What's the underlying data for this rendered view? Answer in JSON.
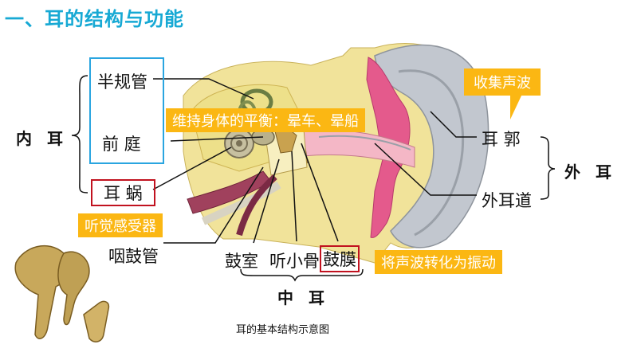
{
  "title": "一、耳的结构与功能",
  "labels": {
    "semicircular": "半规管",
    "vestibule": "前 庭",
    "cochlea": "耳 蜗",
    "inner_ear": "内 耳",
    "eustachian": "咽鼓管",
    "tympanic_cavity": "鼓室",
    "ossicles": "听小骨",
    "eardrum": "鼓膜",
    "middle_ear": "中 耳",
    "auricle": "耳 郭",
    "ear_canal": "外耳道",
    "outer_ear": "外 耳"
  },
  "notes": {
    "balance": "维持身体的平衡：晕车、晕船",
    "hearing": "听觉感受器",
    "collect": "收集声波",
    "vibrate": "将声波转化为振动"
  },
  "caption": "耳的基本结构示意图",
  "colors": {
    "title": "#17a9d4",
    "note": "#fbb713",
    "box_blue": "#2aa5e0",
    "box_red": "#c1121f"
  }
}
